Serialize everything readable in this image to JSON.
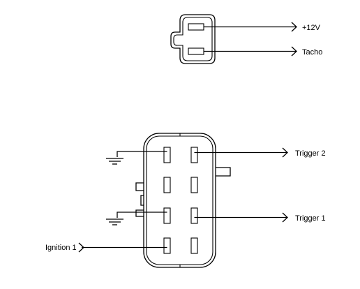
{
  "labels": {
    "plus12v": "+12V",
    "tacho": "Tacho",
    "trigger2": "Trigger 2",
    "trigger1": "Trigger 1",
    "ignition1": "Ignition 1"
  }
}
